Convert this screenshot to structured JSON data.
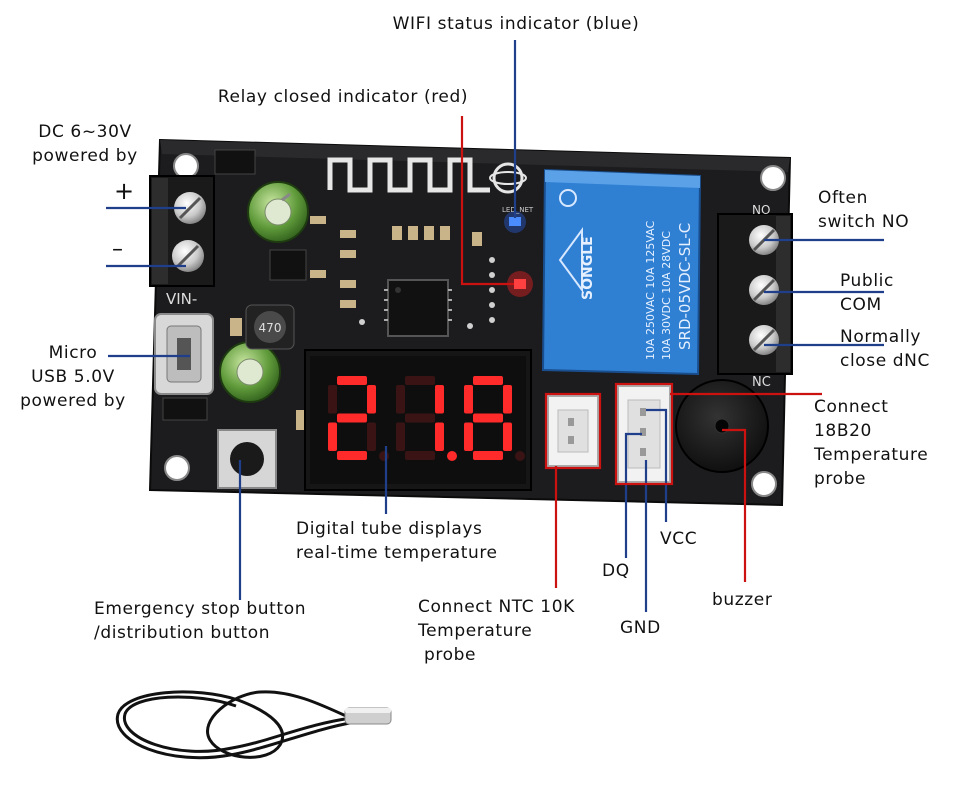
{
  "labels": {
    "wifi": "WIFI status indicator (blue)",
    "relay": "Relay closed indicator (red)",
    "dc_line1": "DC 6~30V",
    "dc_line2": "powered by",
    "plus": "+",
    "minus": "–",
    "usb_line1": "Micro",
    "usb_line2": "USB 5.0V",
    "usb_line3": "powered by",
    "often_line1": "Often",
    "often_line2": "switch NO",
    "public_line1": "Public",
    "public_line2": "COM",
    "normally_line1": "Normally",
    "normally_line2": "close dNC",
    "connect18_line1": "Connect",
    "connect18_line2": "18B20",
    "connect18_line3": "Temperature",
    "connect18_line4": "probe",
    "digital_line1": "Digital tube displays",
    "digital_line2": "real-time temperature",
    "emergency_line1": "Emergency stop button",
    "emergency_line2": "/distribution button",
    "ntc_line1": "Connect NTC 10K",
    "ntc_line2": "Temperature",
    "ntc_line3": "probe",
    "dq": "DQ",
    "vcc": "VCC",
    "gnd": "GND",
    "buzzer": "buzzer"
  },
  "board_print": {
    "vin": "VIN-",
    "no": "NO",
    "nc": "NC",
    "relay_brand": "SONGLE",
    "relay_model": "SRD-05VDC-SL-C",
    "relay_spec1": "10A 250VAC  10A 125VAC",
    "relay_spec2": "10A 30VDC  10A 28VDC",
    "inductor": "470",
    "led_net": "LED_NET"
  },
  "display": {
    "value": "21.8"
  },
  "colors": {
    "pcb": "#1c1c1e",
    "relay": "#2f7fd3",
    "led_blue": "#2a6bff",
    "led_red": "#ff2020",
    "callout_blue": "#1f3f8a",
    "callout_red": "#cc1111",
    "digit_on": "#ff2a2a"
  }
}
